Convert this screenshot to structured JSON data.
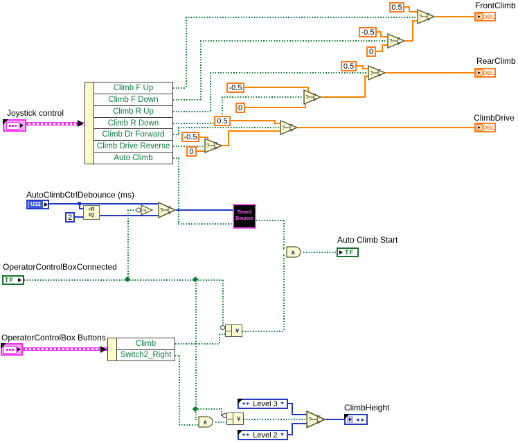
{
  "diagram": {
    "joystick": {
      "label": "Joystick control"
    },
    "unbundle_joystick": {
      "rows": [
        "Climb F Up",
        "Climb F Down",
        "Climb R Up",
        "Climb R Down",
        "Climb Dr Forward",
        "Climb Drive Reverse",
        "Auto Climb"
      ]
    },
    "outputs": {
      "front": {
        "label": "FrontClimb"
      },
      "rear": {
        "label": "RearClimb"
      },
      "drive": {
        "label": "ClimbDrive"
      }
    },
    "consts": {
      "half": "0.5",
      "neg_half": "-0.5",
      "zero": "0",
      "two": "2"
    },
    "debounce": {
      "label": "AutoClimbCtrlDebounce (ms)"
    },
    "terminals": {
      "u32": "U32",
      "tf": "TF",
      "dbl": "DBL"
    },
    "qr": {
      "top": "÷R",
      "bottom": "IQ"
    },
    "timed_bounce": {
      "line1": "Timed",
      "line2": "Bounce"
    },
    "auto_climb_start": {
      "label": "Auto Climb Start"
    },
    "ocb_connected": {
      "label": "OperatorControlBoxConnected"
    },
    "ocb_buttons": {
      "label": "OperatorControlBox Buttons"
    },
    "unbundle_buttons": {
      "rows": [
        "Climb",
        "Switch2_Right"
      ]
    },
    "climb_height": {
      "label": "ClimbHeight",
      "ind_glyph": "◄►"
    },
    "enums": {
      "level3": "Level 3",
      "level2": "Level 2",
      "arrows": "◄►",
      "dropdown": "▼"
    },
    "glyphs": {
      "q": "?",
      "t": "T",
      "f": "F",
      "and": "∧",
      "or": "∨",
      "not": "¬"
    },
    "colors": {
      "numeric_orange": "#ff8200",
      "integer_blue": "#2239c8",
      "boolean_green": "#0c7c34",
      "cluster_pink": "#f72ef7",
      "node_fill": "#fcfcd2"
    }
  }
}
